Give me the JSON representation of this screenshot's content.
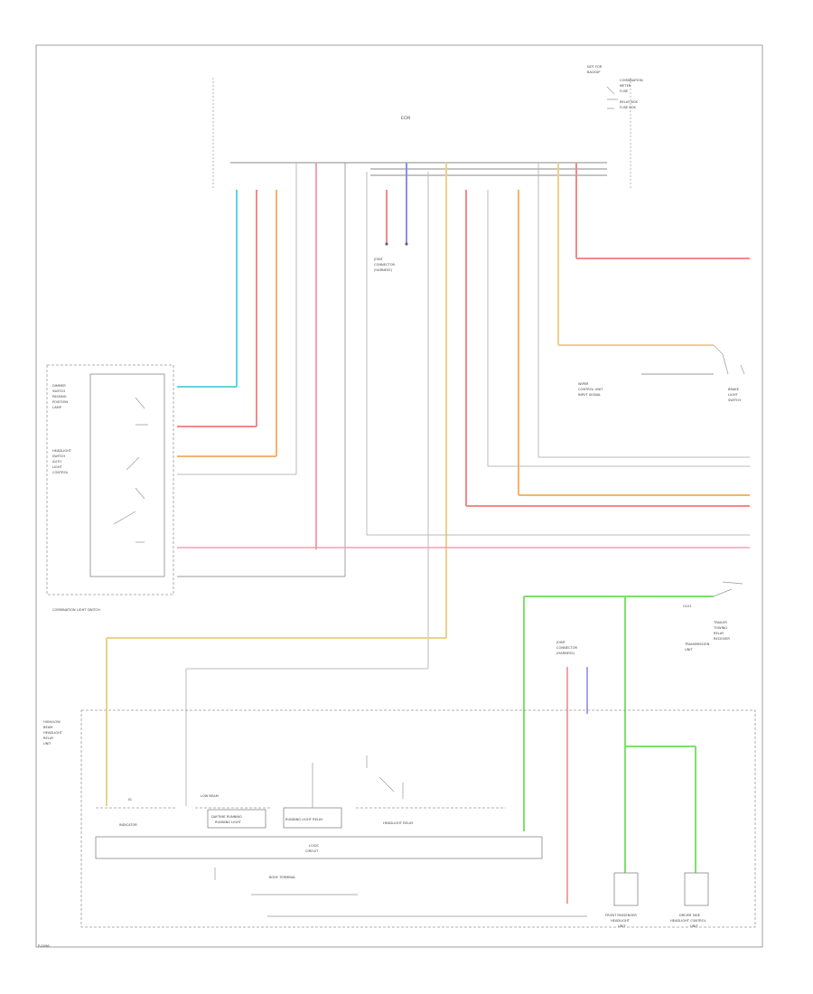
{
  "diagram": {
    "ecu_label": "ECM",
    "top_right_switch": [
      "NOT FOR",
      "BACKUP"
    ],
    "top_right_notes": [
      "COMBINATION",
      "METER",
      "FUSE",
      "RELAY BOX",
      "FUSE BOX"
    ],
    "joint_connector_1": [
      "JOINT",
      "CONNECTOR",
      "(HARNESS)"
    ],
    "combination_light_switch": "COMBINATION LIGHT SWITCH",
    "cls_section_1": [
      "DIMMER",
      "SWITCH",
      "PASSING",
      "POSITION",
      "LAMP"
    ],
    "cls_section_2": [
      "HEADLIGHT",
      "SWITCH",
      "AUTO",
      "LIGHT",
      "CONTROL"
    ],
    "right_switch_label": [
      "BRAKE",
      "LIGHT",
      "SWITCH"
    ],
    "left_of_switch_label": [
      "WIPER",
      "CONTROL UNIT",
      "INPUT SIGNAL"
    ],
    "right_notes_block": [
      "TRAILER",
      "TOWING",
      "RELAY",
      "RECEIVER",
      "TRANSMISSION",
      "UNIT"
    ],
    "ground_label": "G101",
    "joint_connector_2": [
      "JOINT",
      "CONNECTOR",
      "(HARNESS)"
    ],
    "lower_left_label": [
      "HIGH/LOW",
      "BEAM",
      "HEADLIGHT",
      "RELAY",
      "UNIT"
    ],
    "lower_blocks": [
      "IG",
      "INDICATOR",
      "LOW BEAM",
      "DAYTIME RUNNING",
      "RUNNING LIGHT",
      "RUNNING LIGHT RELAY",
      "HEADLIGHT RELAY"
    ],
    "main_bus_label": [
      "LOGIC",
      "CIRCUIT"
    ],
    "sub_block_label": "BODY TERMINAL",
    "bottom_units": [
      [
        "FRONT PASSENGER",
        "HEADLIGHT",
        "UNIT"
      ],
      [
        "DRIVER SIDE",
        "HEADLIGHT CONTROL",
        "UNIT"
      ]
    ],
    "page_ref": "P-0096"
  },
  "colors": {
    "cyan": "#5fd6dc",
    "red": "#f08a8a",
    "orange": "#f4b46c",
    "pink": "#f2a0b0",
    "yellow": "#e9d28e",
    "green": "#7ee06c",
    "blue": "#8c8cf0",
    "gray": "#bdbdbd"
  }
}
